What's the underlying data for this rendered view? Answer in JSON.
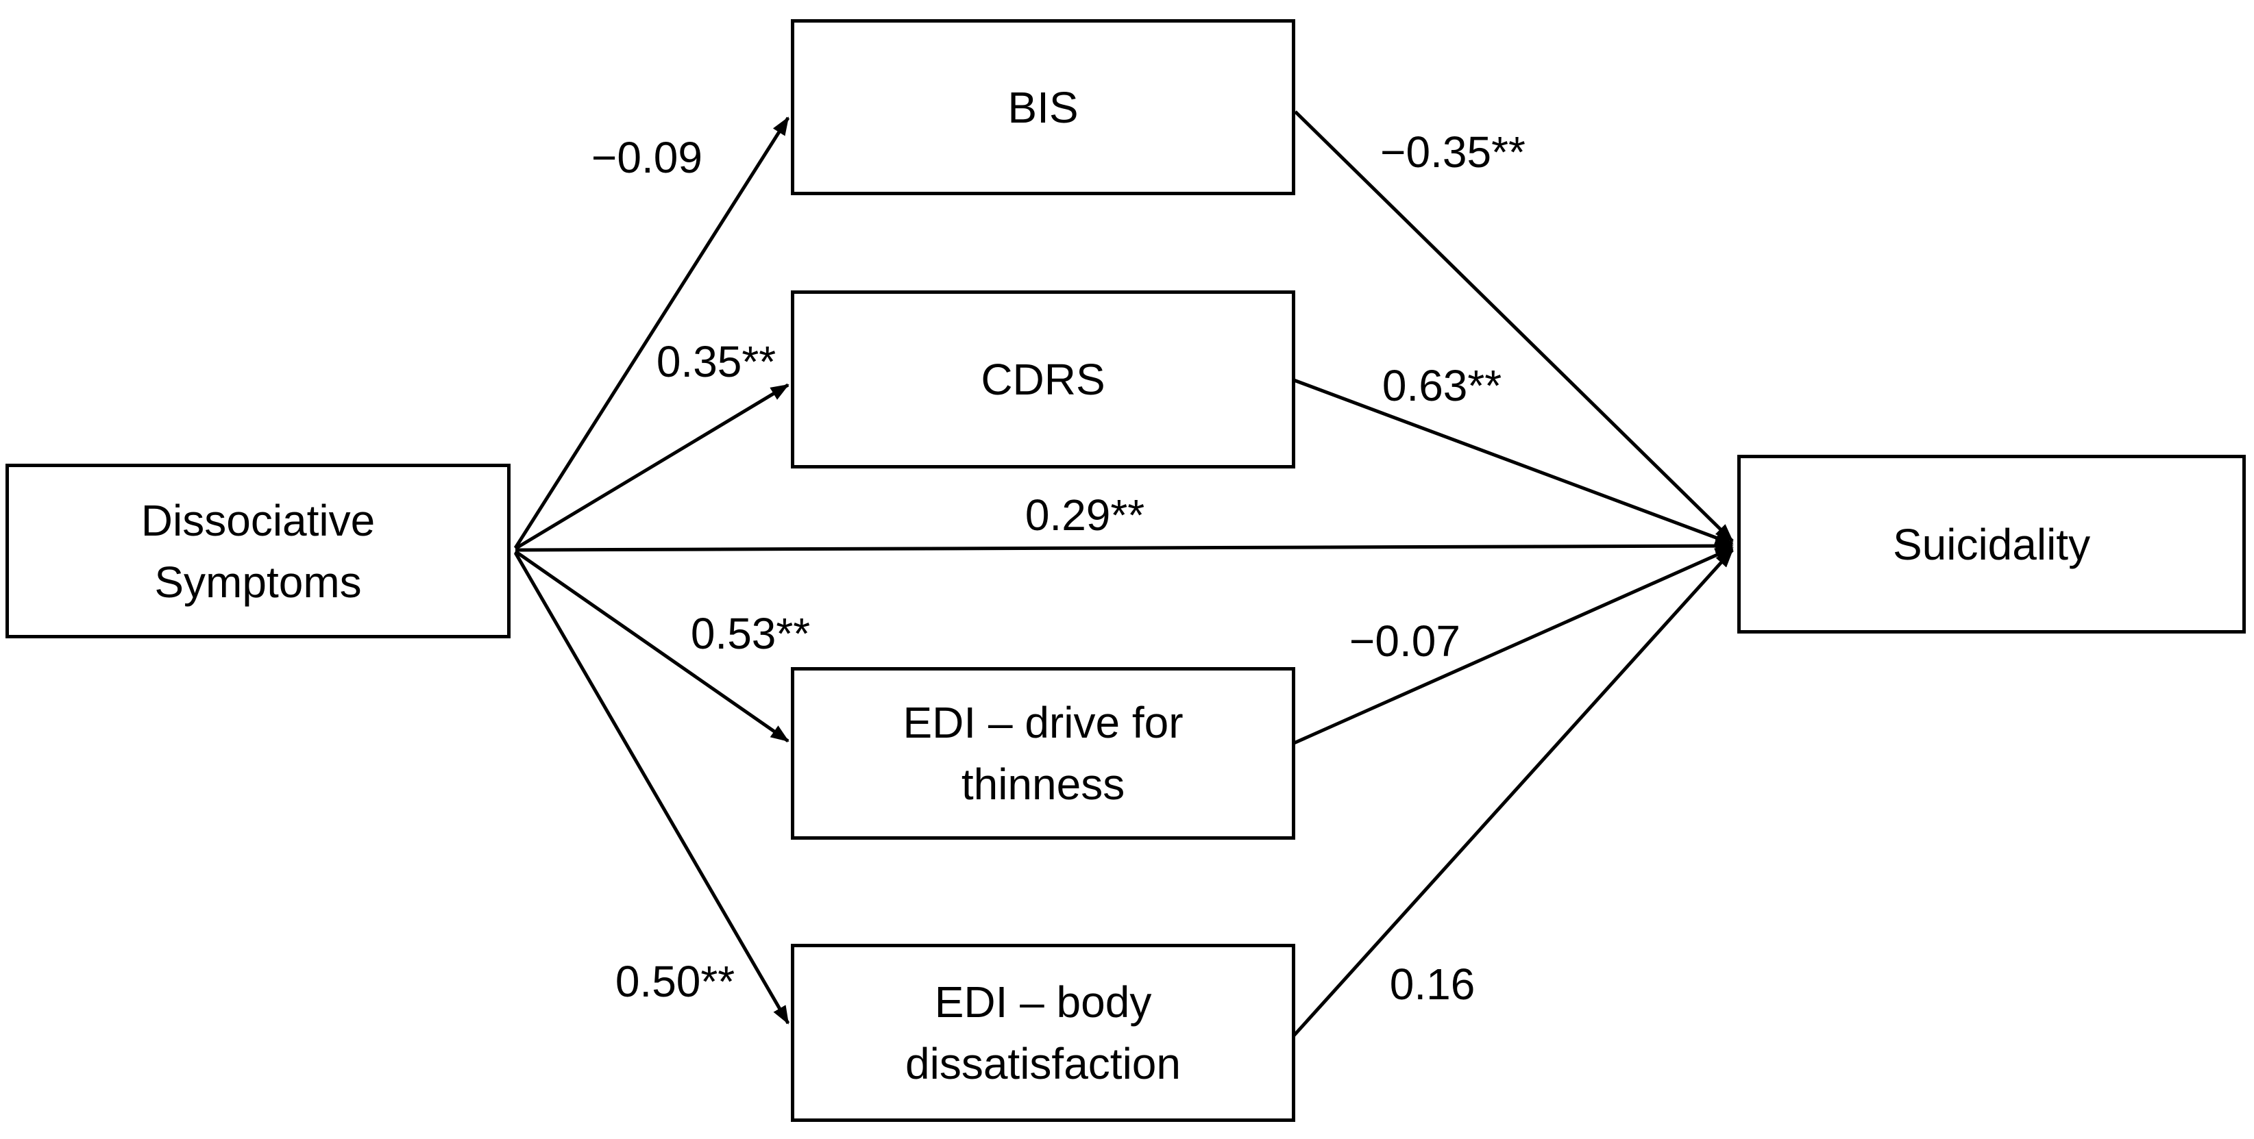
{
  "diagram": {
    "type": "path-model",
    "nodes": {
      "dissociative": {
        "label": "Dissociative\nSymptoms"
      },
      "bis": {
        "label": "BIS"
      },
      "cdrs": {
        "label": "CDRS"
      },
      "edi_drive": {
        "label": "EDI – drive for\nthinness"
      },
      "edi_body": {
        "label": "EDI – body\ndissatisfaction"
      },
      "suicidality": {
        "label": "Suicidality"
      }
    },
    "paths": {
      "ds_to_bis": "−0.09",
      "ds_to_cdrs": "0.35**",
      "ds_to_suicidality": "0.29**",
      "ds_to_edi_drive": "0.53**",
      "ds_to_edi_body": "0.50**",
      "bis_to_suicidality": "−0.35**",
      "cdrs_to_suicidality": "0.63**",
      "edi_drive_to_suicidality": "−0.07",
      "edi_body_to_suicidality": "0.16"
    },
    "colors": {
      "background": "#ffffff",
      "box_fill": "#ffffff",
      "box_border": "#000000",
      "line": "#000000",
      "text": "#000000"
    }
  }
}
